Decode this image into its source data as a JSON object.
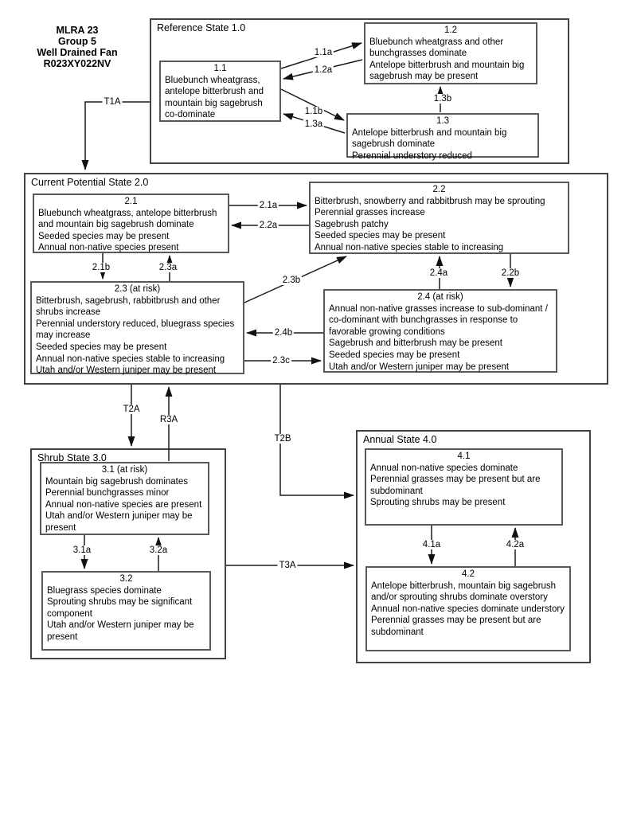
{
  "header": {
    "line1": "MLRA 23",
    "line2": "Group 5",
    "line3": "Well Drained Fan",
    "line4": "R023XY022NV"
  },
  "states": {
    "s1": {
      "label": "Reference State 1.0"
    },
    "s2": {
      "label": "Current Potential State 2.0"
    },
    "s3": {
      "label": "Shrub State 3.0"
    },
    "s4": {
      "label": "Annual State 4.0"
    }
  },
  "boxes": {
    "b11": {
      "title": "1.1",
      "lines": [
        "Bluebunch wheatgrass, antelope bitterbrush and mountain big sagebrush co-dominate"
      ]
    },
    "b12": {
      "title": "1.2",
      "lines": [
        "Bluebunch wheatgrass and other bunchgrasses dominate",
        "Antelope bitterbrush and mountain big sagebrush may be present"
      ]
    },
    "b13": {
      "title": "1.3",
      "lines": [
        "Antelope bitterbrush and mountain big sagebrush dominate",
        "Perennial understory reduced"
      ]
    },
    "b21": {
      "title": "2.1",
      "lines": [
        "Bluebunch wheatgrass, antelope bitterbrush and mountain big sagebrush dominate",
        "Seeded species may be present",
        "Annual non-native species present"
      ]
    },
    "b22": {
      "title": "2.2",
      "lines": [
        "Bitterbrush, snowberry and rabbitbrush may be sprouting",
        "Perennial grasses increase",
        "Sagebrush patchy",
        "Seeded species may be present",
        "Annual non-native species stable to increasing"
      ]
    },
    "b23": {
      "title": "2.3 (at risk)",
      "lines": [
        "Bitterbrush, sagebrush, rabbitbrush and other shrubs increase",
        "Perennial understory reduced, bluegrass species may increase",
        "Seeded species may be present",
        "Annual non-native species stable to increasing",
        "Utah and/or Western juniper may be present"
      ]
    },
    "b24": {
      "title": "2.4 (at risk)",
      "lines": [
        "Annual non-native grasses increase to sub-dominant / co-dominant with bunchgrasses in response to favorable growing conditions",
        "Sagebrush and bitterbrush may be present",
        "Seeded species may be present",
        "Utah and/or Western juniper may be present"
      ]
    },
    "b31": {
      "title": "3.1 (at risk)",
      "lines": [
        "Mountain big sagebrush dominates",
        "Perennial bunchgrasses minor",
        "Annual non-native species are present",
        "Utah and/or Western juniper may be present"
      ]
    },
    "b32": {
      "title": "3.2",
      "lines": [
        "Bluegrass species dominate",
        "Sprouting shrubs may be significant component",
        "Utah and/or Western juniper may be present"
      ]
    },
    "b41": {
      "title": "4.1",
      "lines": [
        "Annual non-native species dominate",
        "Perennial grasses may be present but are subdominant",
        "Sprouting shrubs may be present"
      ]
    },
    "b42": {
      "title": "4.2",
      "lines": [
        "Antelope bitterbrush, mountain big sagebrush and/or sprouting shrubs dominate overstory",
        "Annual non-native species dominate understory",
        "Perennial grasses may be present but are subdominant"
      ]
    }
  },
  "arrows": {
    "t1a": "T1A",
    "t2a": "T2A",
    "r3a": "R3A",
    "t2b": "T2B",
    "t3a": "T3A",
    "a11a": "1.1a",
    "a12a": "1.2a",
    "a11b": "1.1b",
    "a13a": "1.3a",
    "a13b": "1.3b",
    "a21a": "2.1a",
    "a22a": "2.2a",
    "a21b": "2.1b",
    "a23a": "2.3a",
    "a23b": "2.3b",
    "a24a": "2.4a",
    "a22b": "2.2b",
    "a24b": "2.4b",
    "a23c": "2.3c",
    "a31a": "3.1a",
    "a32a": "3.2a",
    "a41a": "4.1a",
    "a42a": "4.2a"
  },
  "colors": {
    "line": "#1a1a1a",
    "box_border": "#595959",
    "state_border": "#434343"
  }
}
